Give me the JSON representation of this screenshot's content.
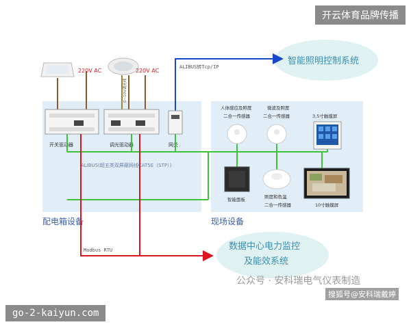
{
  "header": {
    "banner": "开云体育品牌传播"
  },
  "footer": {
    "url": "go-2-kaiyun.com"
  },
  "watermarks": {
    "wechat": "公众号 · 安科瑞电气仪表制造",
    "sohu": "搜狐号@安科瑞戴婷"
  },
  "labels": {
    "ac_left": "220V AC",
    "ac_right": "220V AC",
    "dim_signal": "0~10V调光线",
    "alibus_tcp": "ALIBUS转Tcp/IP",
    "bus_label": "ALIBUS(超五类双屏蔽网线CAT5E（STP）)",
    "modbus": "Modbus RTU",
    "switch_driver": "开关驱动器",
    "dim_driver": "调光驱动器",
    "gateway": "网关",
    "cabinet_title": "配电箱设备",
    "field_title": "现场设备",
    "sensor1_line1": "人体感应及照度",
    "sensor1_line2": "二合一传感器",
    "sensor2_line1": "微波及照度",
    "sensor2_line2": "二合一传感器",
    "touch35": "3.5寸触摸屏",
    "smart_panel": "智能面板",
    "sensor3_line1": "照度和色温",
    "sensor3_line2": "二合一传感器",
    "touch10": "10寸触摸屏"
  },
  "targets": {
    "lighting": "智能照明控制系统",
    "dc_line1": "数据中心电力监控",
    "dc_line2": "及能效系统"
  },
  "colors": {
    "bg_area": "#e1eef8",
    "bus_green": "#3ec23e",
    "power_red": "#e0141e",
    "tcp_blue": "#1846c8",
    "text_blue": "#3b5fa8",
    "cloud": "#dff1f1",
    "brown": "#8b5a2b",
    "olive": "#9a8a2a"
  }
}
